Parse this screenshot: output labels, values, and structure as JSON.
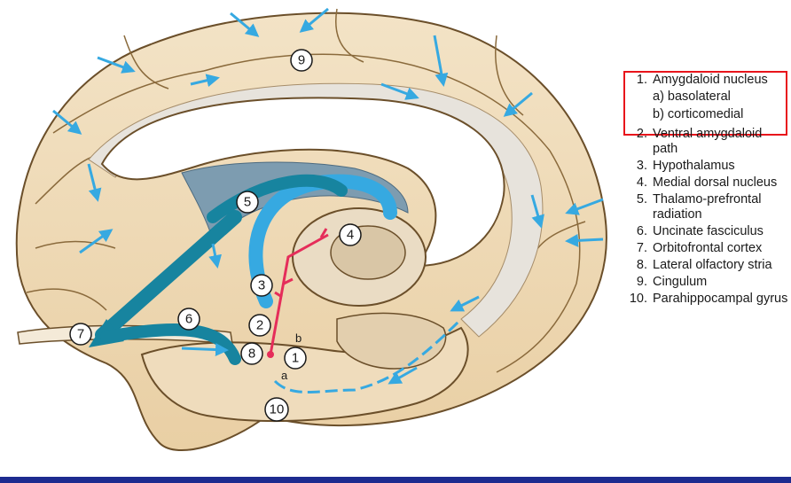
{
  "diagram": {
    "markers": [
      "1",
      "2",
      "3",
      "4",
      "5",
      "6",
      "7",
      "8",
      "9",
      "10"
    ],
    "letters": {
      "a": "a",
      "b": "b"
    },
    "colors": {
      "pathway": "#36a9e1",
      "dark_pathway": "#17849f",
      "red_fibers": "#e52d5a",
      "highlight": "#e8141b",
      "rule": "#1d2b8f"
    }
  },
  "legend": {
    "items": [
      {
        "num": "1.",
        "text": "Amygdaloid nucleus",
        "subs": [
          "a) basolateral",
          "b) corticomedial"
        ]
      },
      {
        "num": "2.",
        "text": "Ventral amygdaloid path"
      },
      {
        "num": "3.",
        "text": "Hypothalamus"
      },
      {
        "num": "4.",
        "text": "Medial dorsal nucleus"
      },
      {
        "num": "5.",
        "text": "Thalamo-prefrontal radiation"
      },
      {
        "num": "6.",
        "text": "Uncinate fasciculus"
      },
      {
        "num": "7.",
        "text": "Orbitofrontal cortex"
      },
      {
        "num": "8.",
        "text": "Lateral olfactory stria"
      },
      {
        "num": "9.",
        "text": "Cingulum"
      },
      {
        "num": "10.",
        "text": "Parahippocampal gyrus"
      }
    ]
  }
}
